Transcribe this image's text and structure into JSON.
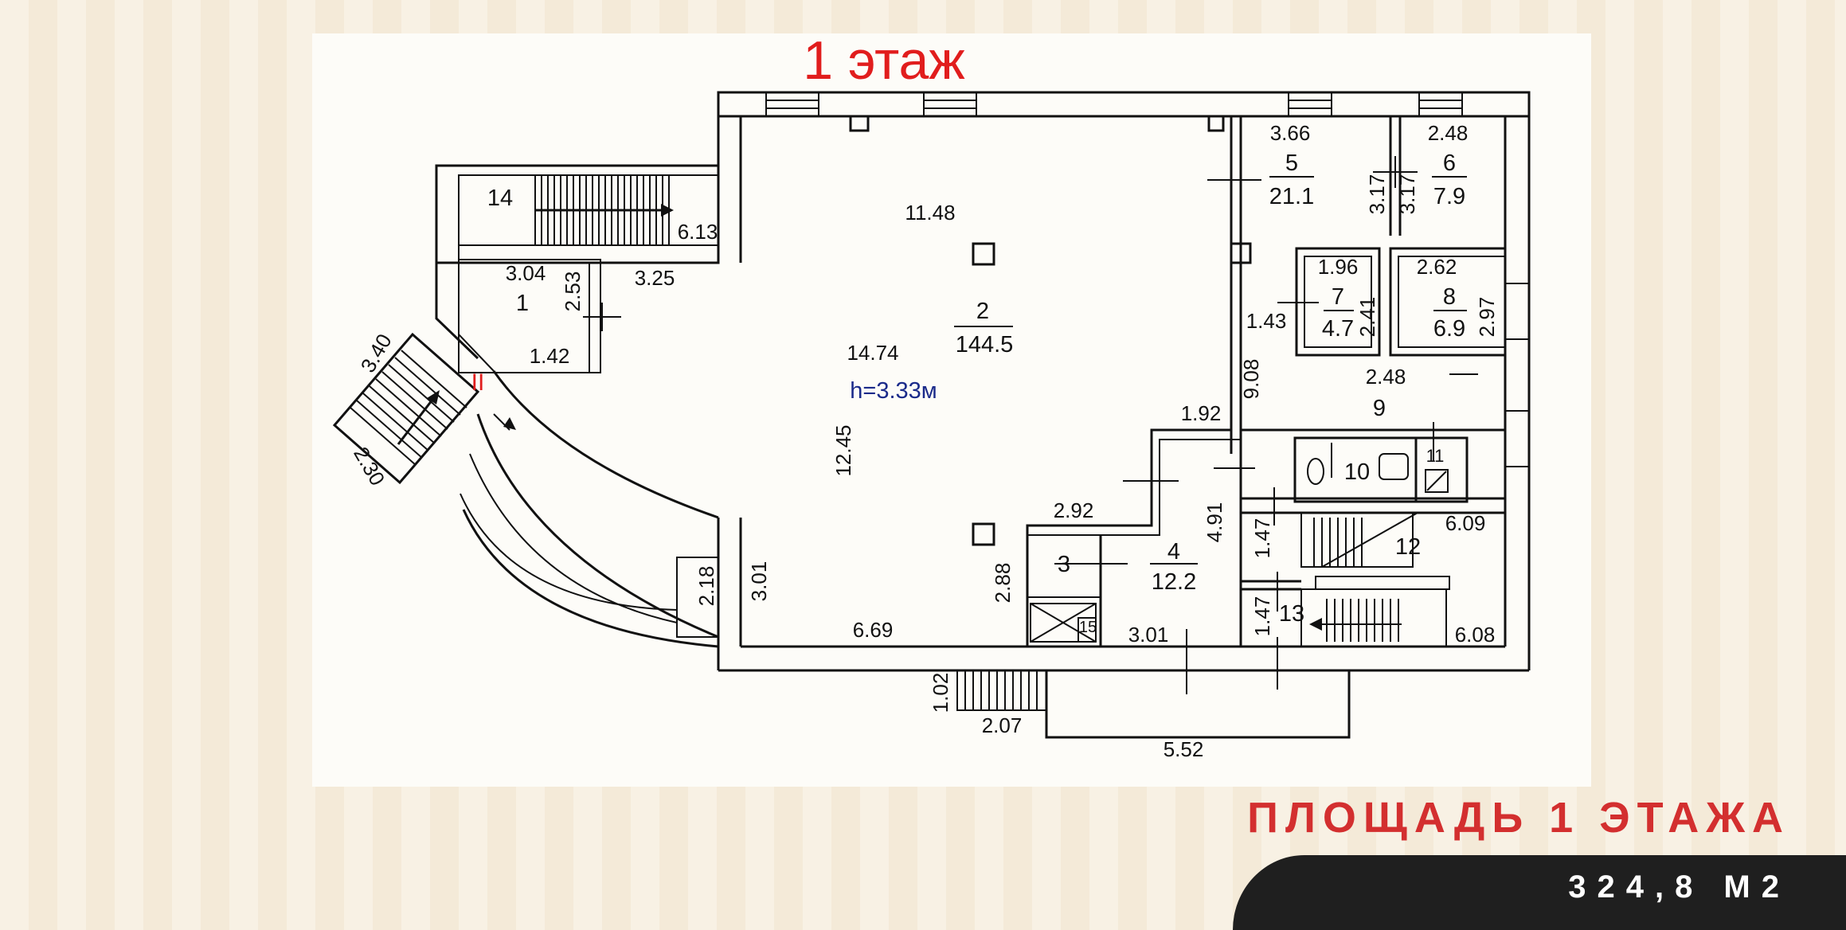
{
  "floor_title": "1 этаж",
  "area": {
    "heading": "ПЛОЩАДЬ 1 ЭТАЖА",
    "value": "324,8 М2"
  },
  "plan": {
    "rooms": [
      {
        "number": "1"
      },
      {
        "number": "2",
        "area": "144.5",
        "height": "h=3.33м"
      },
      {
        "number": "3"
      },
      {
        "number": "4",
        "area": "12.2"
      },
      {
        "number": "5",
        "area": "21.1"
      },
      {
        "number": "6",
        "area": "7.9"
      },
      {
        "number": "7",
        "area": "4.7"
      },
      {
        "number": "8",
        "area": "6.9"
      },
      {
        "number": "9"
      },
      {
        "number": "10"
      },
      {
        "number": "11"
      },
      {
        "number": "12"
      },
      {
        "number": "13"
      },
      {
        "number": "14"
      },
      {
        "number": "15"
      }
    ],
    "entrance_mark": "II",
    "dimensions": [
      "11.48",
      "14.74",
      "12.45",
      "6.13",
      "3.04",
      "3.25",
      "2.53",
      "1.42",
      "3.40",
      "2.30",
      "2.18",
      "3.01",
      "6.69",
      "2.92",
      "2.88",
      "1.92",
      "4.91",
      "3.01",
      "3.66",
      "2.48",
      "3.17",
      "3.17",
      "1.96",
      "2.41",
      "1.43",
      "2.62",
      "2.97",
      "9.08",
      "2.48",
      "1.47",
      "6.09",
      "1.47",
      "6.08",
      "1.02",
      "2.07",
      "5.52"
    ]
  }
}
